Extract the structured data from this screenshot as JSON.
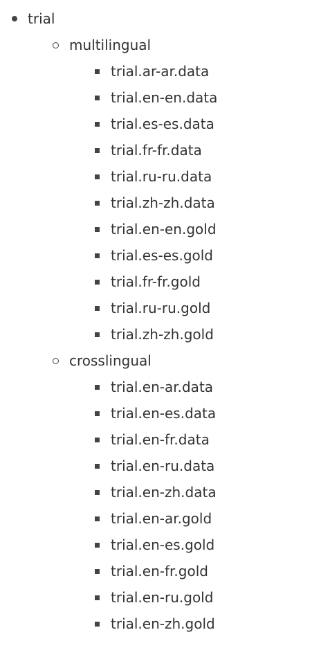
{
  "tree": {
    "root": {
      "label": "trial",
      "children": [
        {
          "label": "multilingual",
          "files": [
            "trial.ar-ar.data",
            "trial.en-en.data",
            "trial.es-es.data",
            "trial.fr-fr.data",
            "trial.ru-ru.data",
            "trial.zh-zh.data",
            "trial.en-en.gold",
            "trial.es-es.gold",
            "trial.fr-fr.gold",
            "trial.ru-ru.gold",
            "trial.zh-zh.gold"
          ]
        },
        {
          "label": "crosslingual",
          "files": [
            "trial.en-ar.data",
            "trial.en-es.data",
            "trial.en-fr.data",
            "trial.en-ru.data",
            "trial.en-zh.data",
            "trial.en-ar.gold",
            "trial.en-es.gold",
            "trial.en-fr.gold",
            "trial.en-ru.gold",
            "trial.en-zh.gold"
          ]
        }
      ]
    }
  }
}
